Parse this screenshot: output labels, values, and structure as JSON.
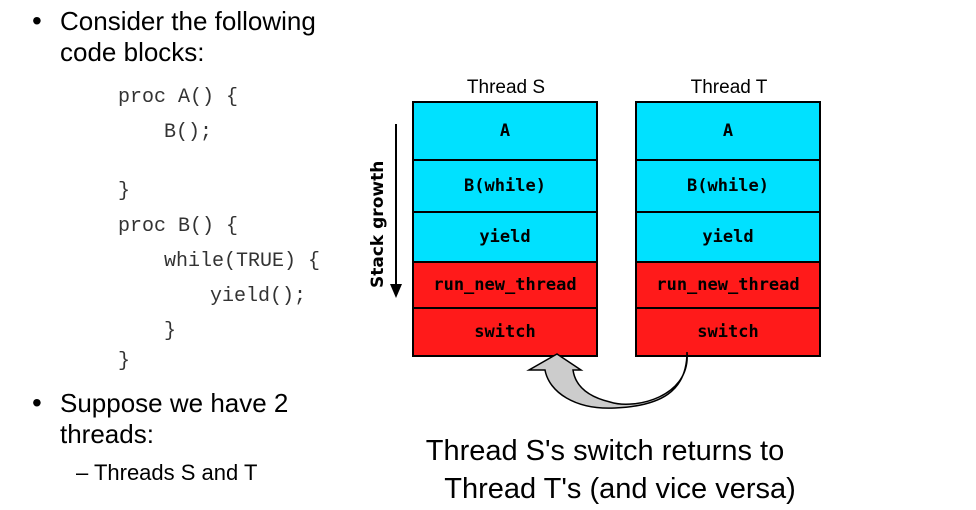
{
  "bullets": [
    {
      "line1": "Consider the following",
      "line2": "code blocks:"
    },
    {
      "line1": "Suppose we have 2",
      "line2": "threads:"
    }
  ],
  "sub_bullet": "– Threads S and T",
  "code_lines": [
    "proc A() {",
    "B();",
    "}",
    "proc B() {",
    "while(TRUE) {",
    "yield();",
    "}",
    "}"
  ],
  "stack_label": "Stack growth",
  "threads": [
    {
      "title": "Thread S",
      "frames": [
        "A",
        "B(while)",
        "yield",
        "run_new_thread",
        "switch"
      ]
    },
    {
      "title": "Thread T",
      "frames": [
        "A",
        "B(while)",
        "yield",
        "run_new_thread",
        "switch"
      ]
    }
  ],
  "caption": {
    "line1": "Thread S's switch returns to",
    "line2": "Thread T's (and vice versa)"
  },
  "colors": {
    "user_frame": "#00e1ff",
    "kernel_frame": "#ff1a1a",
    "arrow_fill": "#cccccc"
  }
}
